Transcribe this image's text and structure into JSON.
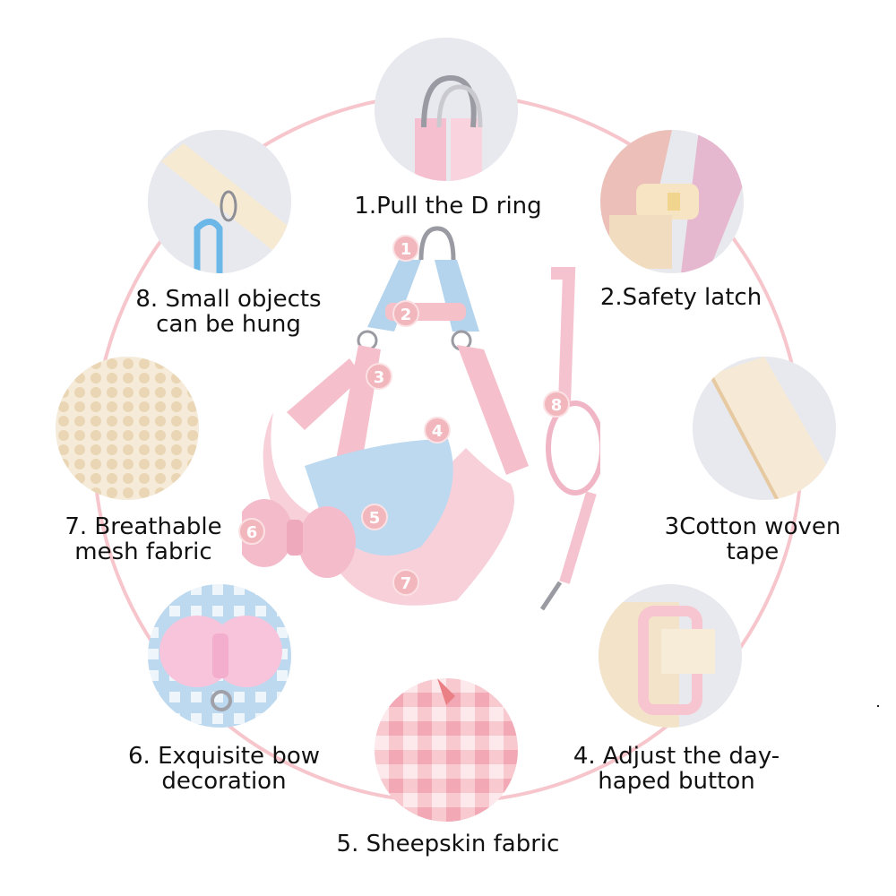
{
  "colors": {
    "ring": "#f6c6cc",
    "bubble_bg": "#e8e9ee",
    "harness_pink": "#f5bfcc",
    "harness_blue": "#a9cdea",
    "tape_cream": "#f3e6cf",
    "badge_bg": "#f2b7bd",
    "text": "#111111"
  },
  "features": [
    {
      "id": 1,
      "image": "d-ring-closeup",
      "lines": [
        "1.Pull the D ring"
      ]
    },
    {
      "id": 2,
      "image": "safety-latch-closeup",
      "lines": [
        "2.Safety latch"
      ]
    },
    {
      "id": 3,
      "image": "cotton-tape-closeup",
      "lines": [
        "3Cotton woven",
        "tape"
      ]
    },
    {
      "id": 4,
      "image": "adjust-buckle-closeup",
      "lines": [
        "4. Adjust the day-",
        "haped button"
      ]
    },
    {
      "id": 5,
      "image": "gingham-fabric-closeup",
      "lines": [
        "5. Sheepskin fabric"
      ]
    },
    {
      "id": 6,
      "image": "bow-closeup",
      "lines": [
        "6. Exquisite bow",
        "decoration"
      ]
    },
    {
      "id": 7,
      "image": "mesh-fabric-closeup",
      "lines": [
        "7. Breathable",
        "mesh fabric"
      ]
    },
    {
      "id": 8,
      "image": "hanging-ring-closeup",
      "lines": [
        "8. Small objects",
        "can be hung"
      ]
    }
  ],
  "center_badges": [
    "1",
    "2",
    "3",
    "4",
    "5",
    "6",
    "7",
    "8"
  ]
}
